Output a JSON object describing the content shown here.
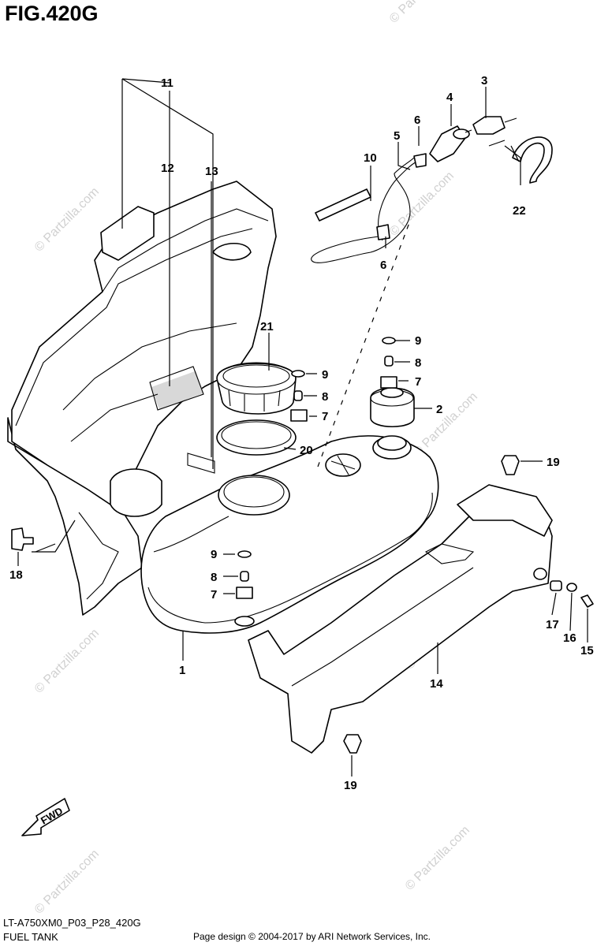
{
  "figure": {
    "title": "FIG.420G",
    "code": "LT-A750XM0_P03_P28_420G",
    "name": "FUEL TANK",
    "page_design": "Page design © 2004-2017 by ARI Network Services, Inc.",
    "fwd_label": "FWD",
    "watermark": "© Partzilla.com"
  },
  "callouts": [
    {
      "id": "c11",
      "label": "11"
    },
    {
      "id": "c12",
      "label": "12"
    },
    {
      "id": "c13",
      "label": "13"
    },
    {
      "id": "c10",
      "label": "10"
    },
    {
      "id": "c5",
      "label": "5"
    },
    {
      "id": "c6a",
      "label": "6"
    },
    {
      "id": "c4",
      "label": "4"
    },
    {
      "id": "c3",
      "label": "3"
    },
    {
      "id": "c22",
      "label": "22"
    },
    {
      "id": "c6b",
      "label": "6"
    },
    {
      "id": "c21",
      "label": "21"
    },
    {
      "id": "c9a",
      "label": "9"
    },
    {
      "id": "c8a",
      "label": "8"
    },
    {
      "id": "c7a",
      "label": "7"
    },
    {
      "id": "c9b",
      "label": "9"
    },
    {
      "id": "c8b",
      "label": "8"
    },
    {
      "id": "c7b",
      "label": "7"
    },
    {
      "id": "c2",
      "label": "2"
    },
    {
      "id": "c20",
      "label": "20"
    },
    {
      "id": "c19a",
      "label": "19"
    },
    {
      "id": "c18",
      "label": "18"
    },
    {
      "id": "c9c",
      "label": "9"
    },
    {
      "id": "c8c",
      "label": "8"
    },
    {
      "id": "c7c",
      "label": "7"
    },
    {
      "id": "c1",
      "label": "1"
    },
    {
      "id": "c17",
      "label": "17"
    },
    {
      "id": "c16",
      "label": "16"
    },
    {
      "id": "c15",
      "label": "15"
    },
    {
      "id": "c14",
      "label": "14"
    },
    {
      "id": "c19b",
      "label": "19"
    }
  ]
}
